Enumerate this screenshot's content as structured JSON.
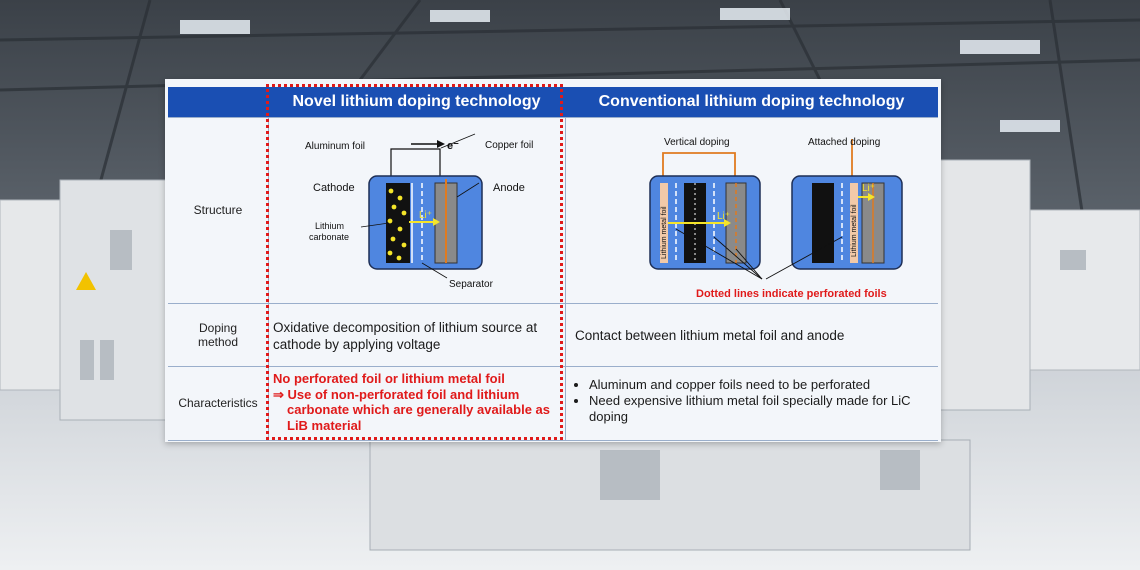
{
  "table": {
    "header_left": "Novel lithium doping technology",
    "header_right": "Conventional lithium doping technology",
    "rows": {
      "structure": "Structure",
      "doping_method": "Doping\nmethod",
      "characteristics": "Characteristics"
    },
    "novel": {
      "doping_method": "Oxidative decomposition of lithium source at cathode by applying voltage",
      "char_line1": "No perforated foil or lithium metal foil",
      "char_line2": "⇒ Use of non-perforated foil and lithium carbonate which are generally available as LiB material"
    },
    "conventional": {
      "doping_method": "Contact between lithium metal foil and anode",
      "char_bullets": [
        "Aluminum and copper foils need to be perforated",
        "Need expensive lithium metal foil specially made for LiC doping"
      ]
    }
  },
  "diagram_novel": {
    "aluminum_foil": "Aluminum foil",
    "electron": "e⁻",
    "copper_foil": "Copper foil",
    "cathode": "Cathode",
    "anode": "Anode",
    "li_ion": "Li⁺",
    "lithium_carbonate_1": "Lithium",
    "lithium_carbonate_2": "carbonate",
    "separator": "Separator"
  },
  "diagram_conventional": {
    "vertical_doping": "Vertical doping",
    "attached_doping": "Attached doping",
    "li_ion": "Li⁺",
    "lithium_metal_foil": "Lithium metal foil",
    "note": "Dotted lines indicate perforated foils"
  },
  "colors": {
    "header_blue": "#1a4fb3",
    "highlight_red": "#e01a1a",
    "cell_blue": "#4f86e0",
    "copper": "#e07b20",
    "li_yellow": "#f4e52a"
  }
}
